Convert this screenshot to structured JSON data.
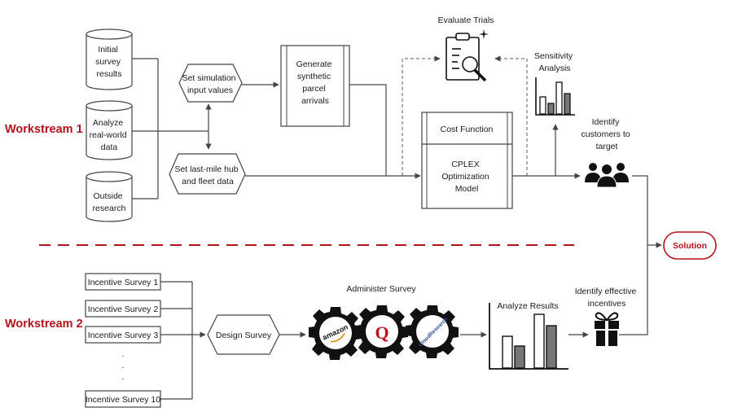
{
  "workstreams": {
    "one": "Workstream 1",
    "two": "Workstream 2"
  },
  "ws1": {
    "sources": [
      [
        "Initial",
        "survey",
        "results"
      ],
      [
        "Analyze",
        "real-world",
        "data"
      ],
      [
        "Outside",
        "research"
      ]
    ],
    "sim_inputs": [
      "Set simulation",
      "input values"
    ],
    "hub_fleet": [
      "Set last-mile hub",
      "and fleet data"
    ],
    "generate": [
      "Generate",
      "synthetic",
      "parcel",
      "arrivals"
    ],
    "evaluate_trials": "Evaluate Trials",
    "cost_function": "Cost Function",
    "cplex": [
      "CPLEX",
      "Optimization",
      "Model"
    ],
    "sensitivity": [
      "Sensitivity",
      "Analysis"
    ],
    "identify_customers": [
      "Identify",
      "customers to",
      "target"
    ]
  },
  "solution": "Solution",
  "ws2": {
    "surveys": [
      "Incentive Survey 1",
      "Incentive Survey 2",
      "Incentive Survey 3",
      "Incentive Survey 10"
    ],
    "ellipsis": ".",
    "design_survey": "Design Survey",
    "administer_survey": "Administer Survey",
    "gear_logos": [
      "amazon",
      "Q",
      "CloudResearch"
    ],
    "analyze_results": "Analyze Results",
    "identify_incentives": [
      "Identify effective",
      "incentives"
    ]
  },
  "colors": {
    "accent_red": "#b3141b",
    "line": "#444444",
    "gear": "#111111",
    "bar_fill": "#666666"
  }
}
